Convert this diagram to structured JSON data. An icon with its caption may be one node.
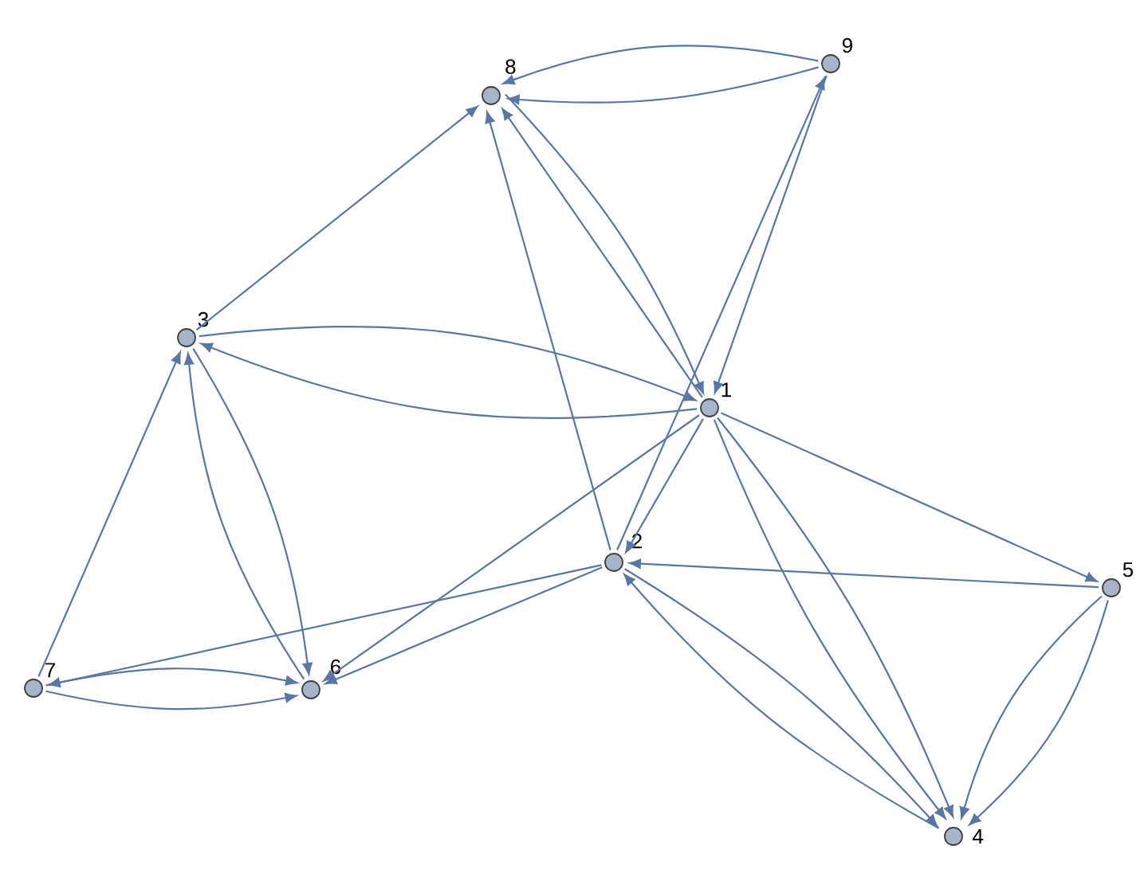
{
  "diagram": {
    "nodes": [
      {
        "text": [
          "1"
        ]
      },
      {
        "text": [
          "2"
        ]
      },
      {
        "text": [
          "3"
        ]
      },
      {
        "text": [
          "4"
        ]
      },
      {
        "text": [
          "5"
        ]
      },
      {
        "text": [
          "6"
        ]
      },
      {
        "text": [
          "7"
        ]
      },
      {
        "text": [
          "8"
        ]
      },
      {
        "text": [
          "9"
        ]
      }
    ],
    "edges": [
      {
        "from": 8,
        "to": 7,
        "arrow": "to"
      },
      {
        "from": 8,
        "to": 7,
        "arrow": "to"
      },
      {
        "from": 2,
        "to": 7,
        "arrow": "to"
      },
      {
        "from": 7,
        "to": 0,
        "arrow": "to"
      },
      {
        "from": 0,
        "to": 7,
        "arrow": "to"
      },
      {
        "from": 1,
        "to": 7,
        "arrow": "to"
      },
      {
        "from": 1,
        "to": 8,
        "arrow": "to"
      },
      {
        "from": 8,
        "to": 0,
        "arrow": "to"
      },
      {
        "from": 0,
        "to": 1,
        "arrow": "to"
      },
      {
        "from": 2,
        "to": 0,
        "arrow": "to"
      },
      {
        "from": 0,
        "to": 2,
        "arrow": "to"
      },
      {
        "from": 0,
        "to": 5,
        "arrow": "to"
      },
      {
        "from": 1,
        "to": 5,
        "arrow": "to"
      },
      {
        "from": 1,
        "to": 6,
        "arrow": "to"
      },
      {
        "from": 6,
        "to": 5,
        "arrow": "to"
      },
      {
        "from": 6,
        "to": 5,
        "arrow": "to"
      },
      {
        "from": 6,
        "to": 2,
        "arrow": "to"
      },
      {
        "from": 2,
        "to": 5,
        "arrow": "to"
      },
      {
        "from": 5,
        "to": 2,
        "arrow": "to"
      },
      {
        "from": 0,
        "to": 4,
        "arrow": "to"
      },
      {
        "from": 4,
        "to": 1,
        "arrow": "to"
      },
      {
        "from": 4,
        "to": 3,
        "arrow": "to"
      },
      {
        "from": 4,
        "to": 3,
        "arrow": "to"
      },
      {
        "from": 0,
        "to": 3,
        "arrow": "to"
      },
      {
        "from": 0,
        "to": 3,
        "arrow": "to"
      },
      {
        "from": 1,
        "to": 3,
        "arrow": "to"
      },
      {
        "from": 3,
        "to": 1,
        "arrow": "to"
      }
    ]
  }
}
